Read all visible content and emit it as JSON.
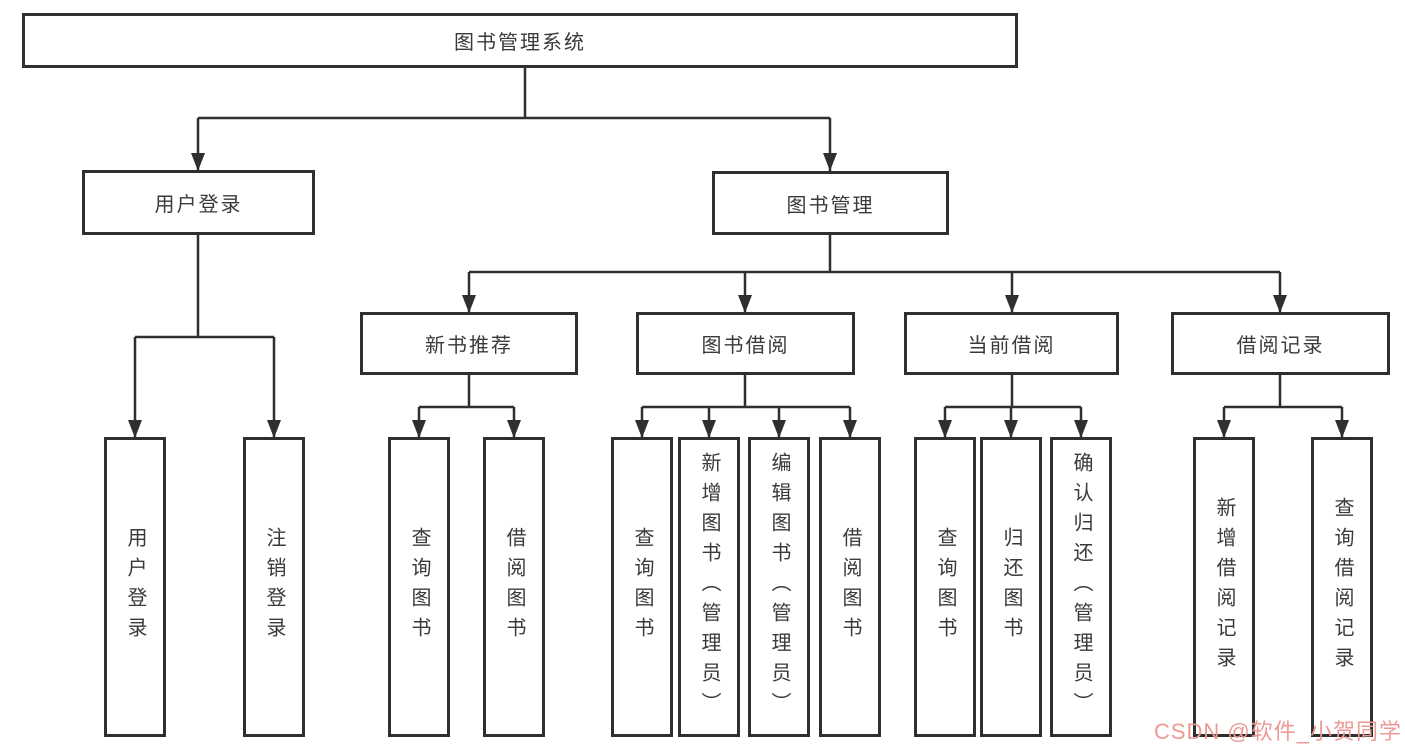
{
  "nodes": {
    "root": "图书管理系统",
    "level1": {
      "user_login": "用户登录",
      "book_management": "图书管理"
    },
    "level2": {
      "new_book_recommend": "新书推荐",
      "book_borrow": "图书借阅",
      "current_borrow": "当前借阅",
      "borrow_record": "借阅记录"
    },
    "leaves": {
      "user_login": "用户登录",
      "logout": "注销登录",
      "recommend_query_book": "查询图书",
      "recommend_borrow_book": "借阅图书",
      "borrow_query_book": "查询图书",
      "borrow_add_book_admin": "新增图书（管理员）",
      "borrow_edit_book_admin": "编辑图书（管理员）",
      "borrow_borrow_book": "借阅图书",
      "current_query_book": "查询图书",
      "current_return_book": "归还图书",
      "current_confirm_return_admin": "确认归还（管理员）",
      "record_add_record": "新增借阅记录",
      "record_query_record": "查询借阅记录"
    }
  },
  "watermark": {
    "text": "CSDN @软件_小贺同学",
    "color": "#ec9b94"
  },
  "colors": {
    "line": "#2f2f2f",
    "box_border": "#2f2f2f",
    "text": "#3a3a3a",
    "background": "#ffffff"
  }
}
